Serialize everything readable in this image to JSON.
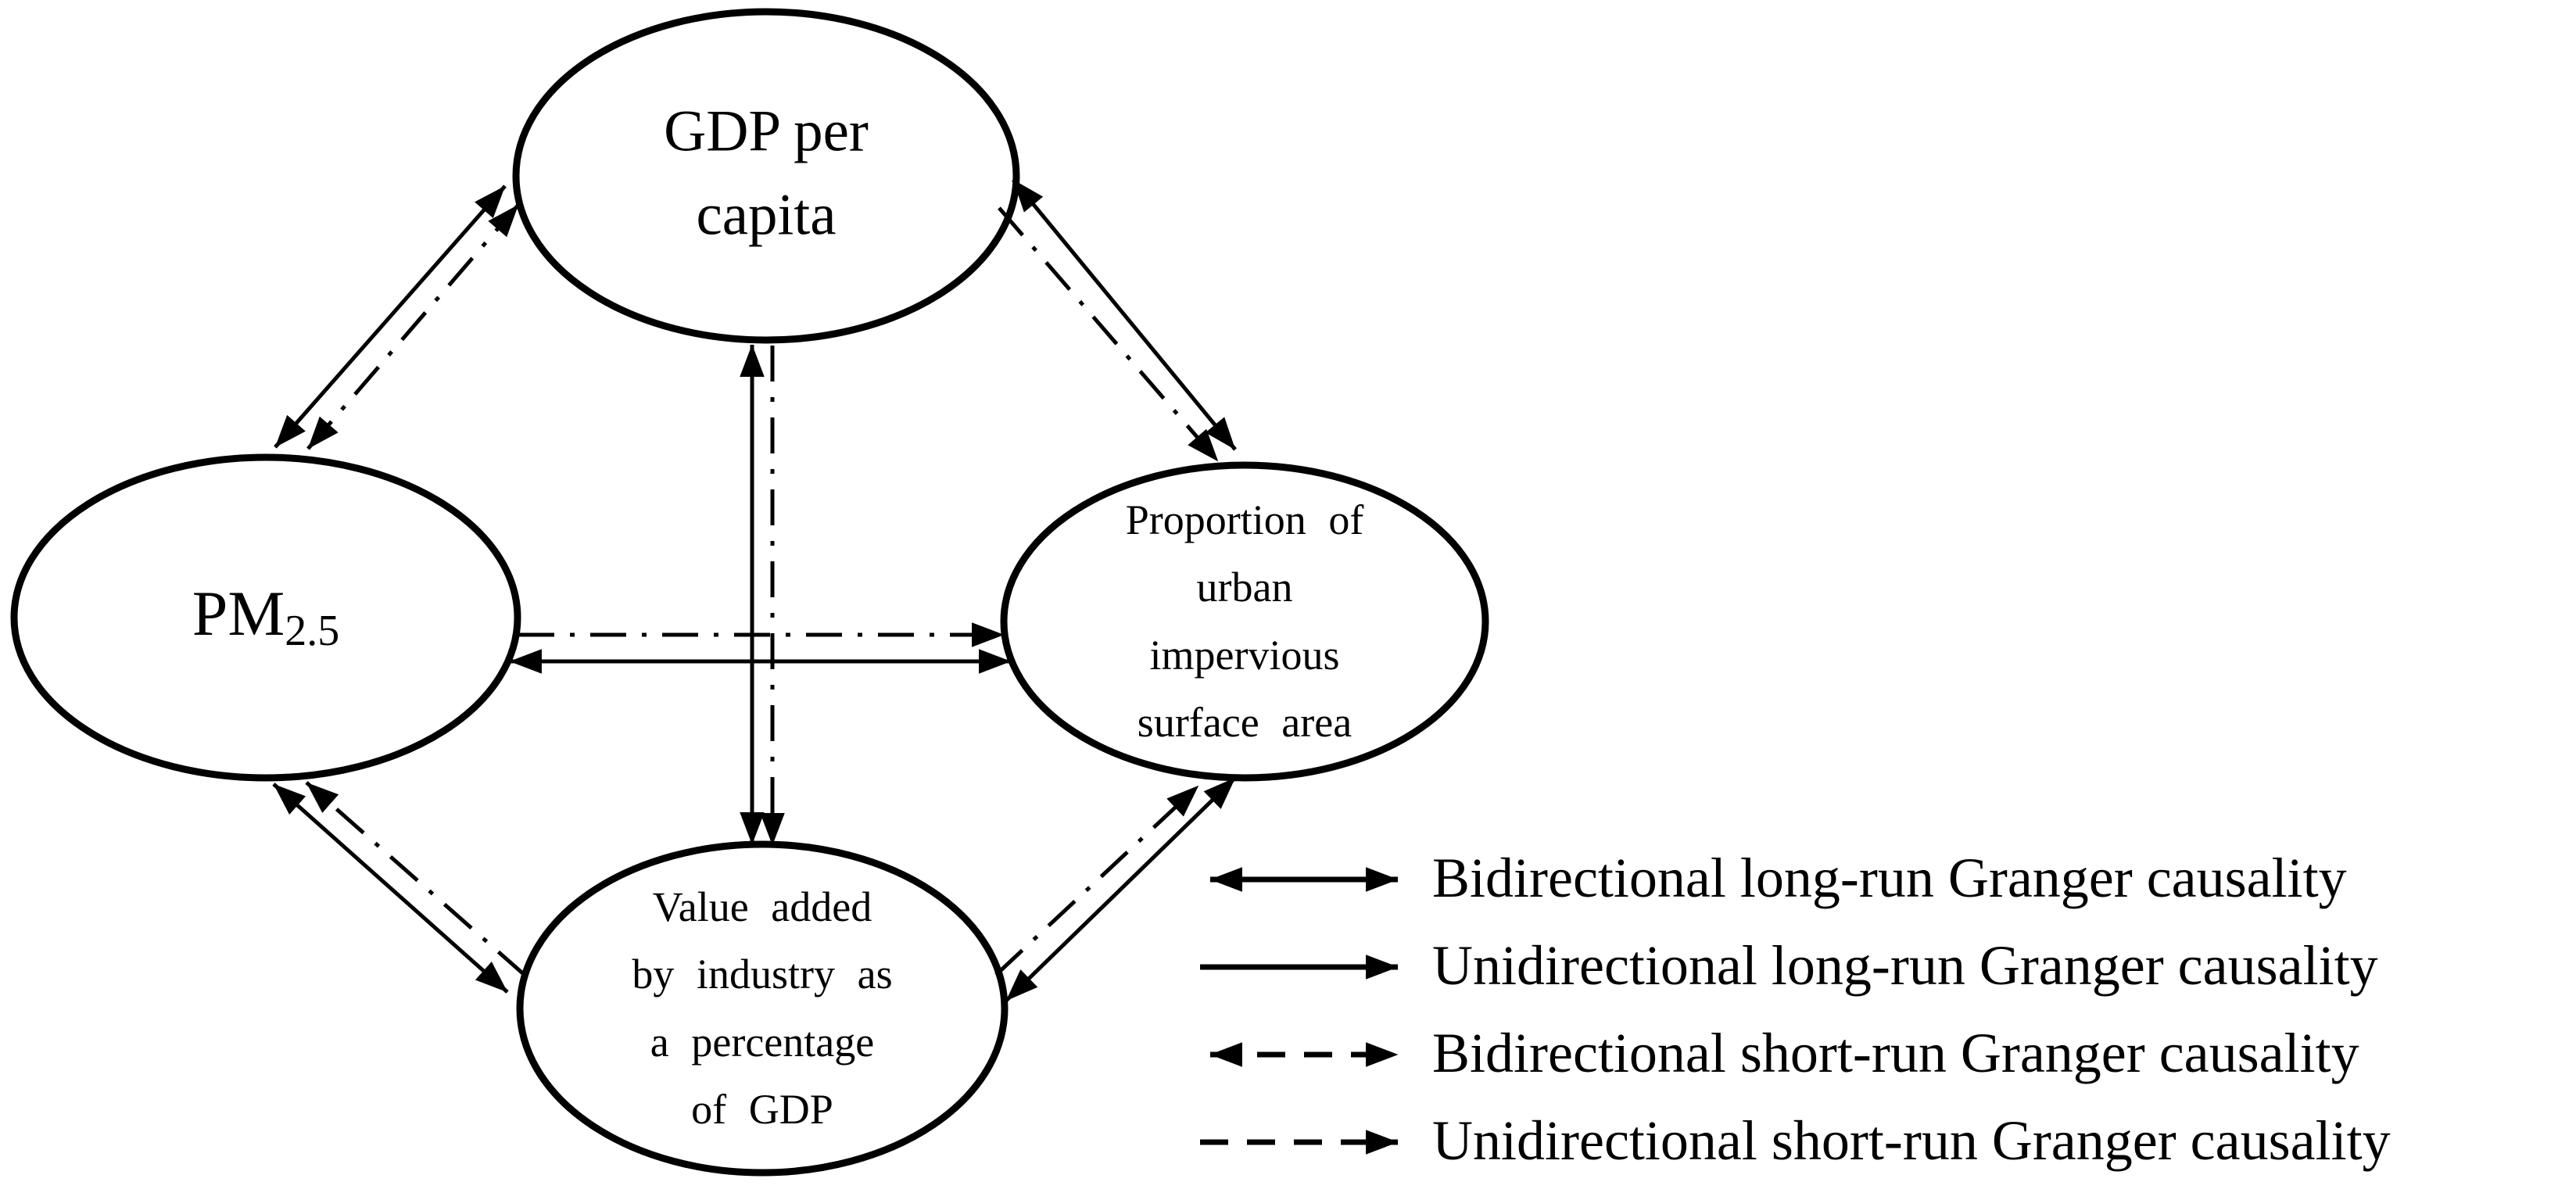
{
  "page": {
    "background": "#ffffff",
    "ink_color": "#000000"
  },
  "diagram": {
    "nodes": {
      "gdp": {
        "id": "gdp_per_capita",
        "label": "GDP per\ncapita"
      },
      "pm": {
        "id": "pm25",
        "label_main": "PM",
        "label_sub": "2.5"
      },
      "prop": {
        "id": "urban_impervious_surface",
        "label": "Proportion of\nurban\nimpervious\nsurface area"
      },
      "val": {
        "id": "industry_value_added",
        "label": "Value added\nby industry as\na percentage\nof GDP"
      }
    },
    "edges": [
      {
        "from": "pm25",
        "to": "gdp_per_capita",
        "type": "long-run",
        "direction": "bidirectional",
        "line": "solid"
      },
      {
        "from": "pm25",
        "to": "gdp_per_capita",
        "type": "short-run",
        "direction": "bidirectional",
        "line": "dash-dot"
      },
      {
        "from": "gdp_per_capita",
        "to": "urban_impervious_surface",
        "type": "long-run",
        "direction": "bidirectional",
        "line": "solid"
      },
      {
        "from": "gdp_per_capita",
        "to": "urban_impervious_surface",
        "type": "short-run",
        "direction": "unidirectional",
        "line": "dash-dot"
      },
      {
        "from": "pm25",
        "to": "urban_impervious_surface",
        "type": "long-run",
        "direction": "bidirectional",
        "line": "solid"
      },
      {
        "from": "pm25",
        "to": "urban_impervious_surface",
        "type": "short-run",
        "direction": "unidirectional",
        "line": "dash-dot"
      },
      {
        "from": "gdp_per_capita",
        "to": "industry_value_added",
        "type": "long-run",
        "direction": "bidirectional",
        "line": "solid"
      },
      {
        "from": "gdp_per_capita",
        "to": "industry_value_added",
        "type": "short-run",
        "direction": "unidirectional",
        "line": "dash-dot"
      },
      {
        "from": "pm25",
        "to": "industry_value_added",
        "type": "long-run",
        "direction": "bidirectional",
        "line": "solid"
      },
      {
        "from": "industry_value_added",
        "to": "pm25",
        "type": "short-run",
        "direction": "unidirectional",
        "line": "dash-dot"
      },
      {
        "from": "industry_value_added",
        "to": "urban_impervious_surface",
        "type": "long-run",
        "direction": "bidirectional",
        "line": "solid"
      },
      {
        "from": "industry_value_added",
        "to": "urban_impervious_surface",
        "type": "short-run",
        "direction": "unidirectional",
        "line": "dash-dot"
      }
    ]
  },
  "legend": {
    "items": [
      {
        "arrow": "solid-double-headed",
        "label": "Bidirectional long-run Granger causality"
      },
      {
        "arrow": "solid-single-headed",
        "label": "Unidirectional long-run Granger causality"
      },
      {
        "arrow": "dashed-double-headed",
        "label": "Bidirectional short-run Granger causality"
      },
      {
        "arrow": "dashed-single-headed",
        "label": "Unidirectional short-run Granger causality"
      }
    ]
  }
}
